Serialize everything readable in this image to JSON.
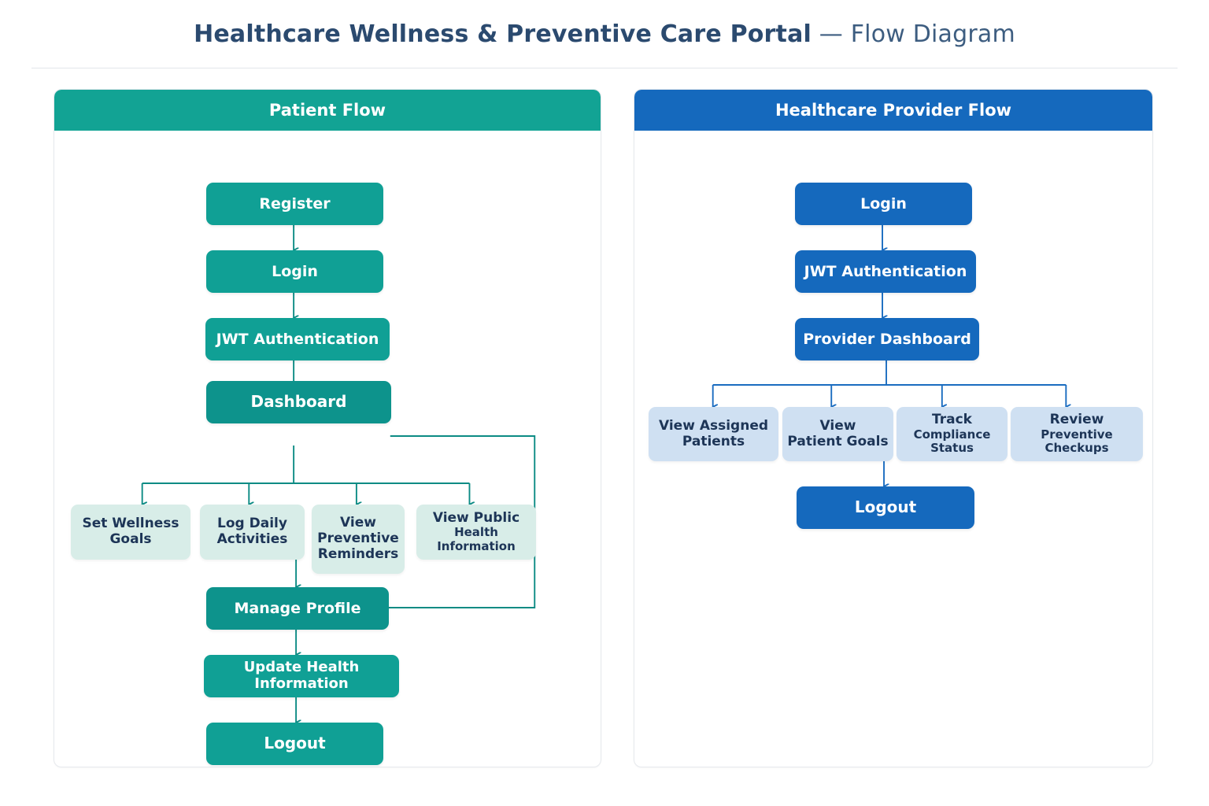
{
  "title": {
    "strong": "Healthcare Wellness & Preventive Care Portal",
    "light": " — Flow Diagram"
  },
  "colors": {
    "teal": "#10a095",
    "teal_dark": "#0d938c",
    "teal_soft": "#d8ede8",
    "blue": "#1569bd",
    "blue_soft": "#cfe0f2",
    "text_navy": "#1d3557",
    "title_navy": "#2b4a6f",
    "panel_border": "#e6e9ed"
  },
  "patient_panel": {
    "header": "Patient Flow",
    "nodes": {
      "register": "Register",
      "login": "Login",
      "jwt": "JWT Authentication",
      "dashboard": "Dashboard",
      "manage_profile": "Manage Profile",
      "update_health": "Update Health Information",
      "logout": "Logout"
    },
    "branches": [
      {
        "line1": "Set Wellness",
        "line2": "Goals"
      },
      {
        "line1": "Log Daily",
        "line2": "Activities"
      },
      {
        "line1": "View",
        "line2": "Preventive",
        "line3": "Reminders"
      },
      {
        "line1": "View Public",
        "line2": "Health Information"
      }
    ]
  },
  "provider_panel": {
    "header": "Healthcare Provider Flow",
    "nodes": {
      "login": "Login",
      "jwt": "JWT Authentication",
      "dashboard": "Provider Dashboard",
      "logout": "Logout"
    },
    "branches": [
      {
        "line1": "View Assigned",
        "line2": "Patients"
      },
      {
        "line1": "View",
        "line2": "Patient Goals"
      },
      {
        "line1": "Track",
        "line2": "Compliance Status"
      },
      {
        "line1": "Review",
        "line2": "Preventive Checkups"
      }
    ]
  }
}
